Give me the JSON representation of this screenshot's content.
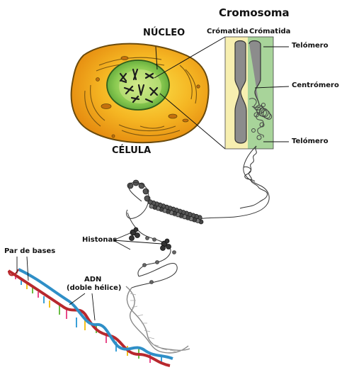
{
  "diagram": {
    "title": "Cromosoma",
    "labels": {
      "nucleus": "NÚCLEO",
      "cell": "CÉLULA",
      "chromatid_left": "Crómatida",
      "chromatid_right": "Crómatida",
      "telomere_top": "Telómero",
      "centromere": "Centrómero",
      "telomere_bottom": "Telómero",
      "histones": "Histonas",
      "base_pairs": "Par de bases",
      "dna_line1": "ADN",
      "dna_line2": "(doble hélice)"
    },
    "colors": {
      "cell_outer": "#f2a417",
      "cell_inner": "#f7d530",
      "nucleus_outer": "#5fae3b",
      "nucleus_inner": "#b7dd6e",
      "chromatid_left_band": "#f7efb0",
      "chromatid_right_band": "#a8d49a",
      "chromosome": "#8c8c8c",
      "dna_strand_red": "#b8282d",
      "dna_strand_blue": "#2f8fc7"
    }
  }
}
